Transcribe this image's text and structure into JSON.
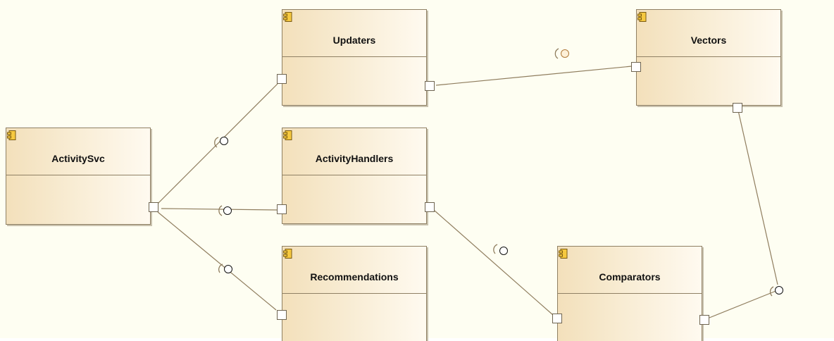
{
  "diagram": {
    "components": [
      {
        "id": "activitysvc",
        "name": "ActivitySvc"
      },
      {
        "id": "updaters",
        "name": "Updaters"
      },
      {
        "id": "activityhandlers",
        "name": "ActivityHandlers"
      },
      {
        "id": "recommendations",
        "name": "Recommendations"
      },
      {
        "id": "vectors",
        "name": "Vectors"
      },
      {
        "id": "comparators",
        "name": "Comparators"
      }
    ],
    "connectors": [
      {
        "from": "activitysvc",
        "to": "updaters"
      },
      {
        "from": "activitysvc",
        "to": "activityhandlers"
      },
      {
        "from": "activitysvc",
        "to": "recommendations"
      },
      {
        "from": "updaters",
        "to": "vectors"
      },
      {
        "from": "activityhandlers",
        "to": "comparators"
      },
      {
        "from": "vectors",
        "to": "comparators"
      }
    ],
    "icon": "component-stereotype-icon",
    "colors": {
      "canvas": "#fefef2",
      "box_fill_start": "#f3e0bb",
      "box_fill_end": "#fffaf0",
      "border": "#8f8064",
      "wire": "#8f7d5e"
    }
  }
}
